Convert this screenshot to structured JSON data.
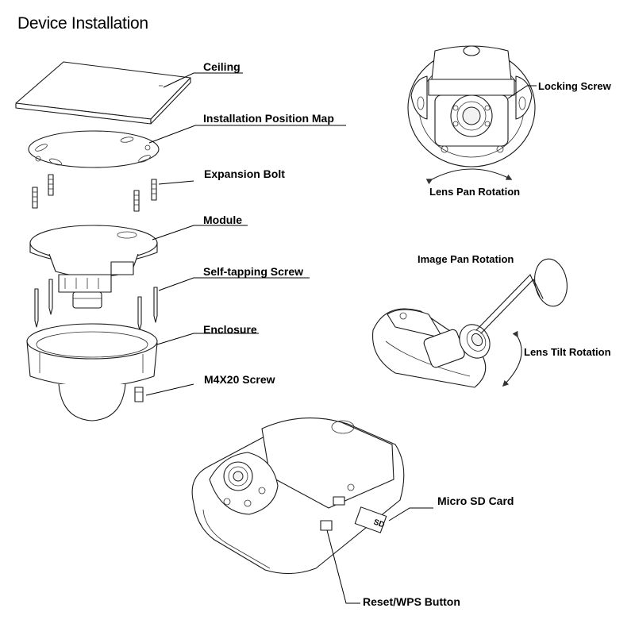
{
  "title": "Device Installation",
  "labels": {
    "ceiling": "Ceiling",
    "position_map": "Installation Position Map",
    "expansion_bolt": "Expansion Bolt",
    "module": "Module",
    "self_tapping_screw": "Self-tapping Screw",
    "enclosure": "Enclosure",
    "m4x20_screw": "M4X20 Screw",
    "locking_screw": "Locking Screw",
    "lens_pan_rotation": "Lens Pan Rotation",
    "image_pan_rotation": "Image Pan Rotation",
    "lens_tilt_rotation": "Lens Tilt Rotation",
    "micro_sd_card": "Micro SD Card",
    "reset_wps_button": "Reset/WPS Button",
    "sd_slot_marking": "SD"
  }
}
